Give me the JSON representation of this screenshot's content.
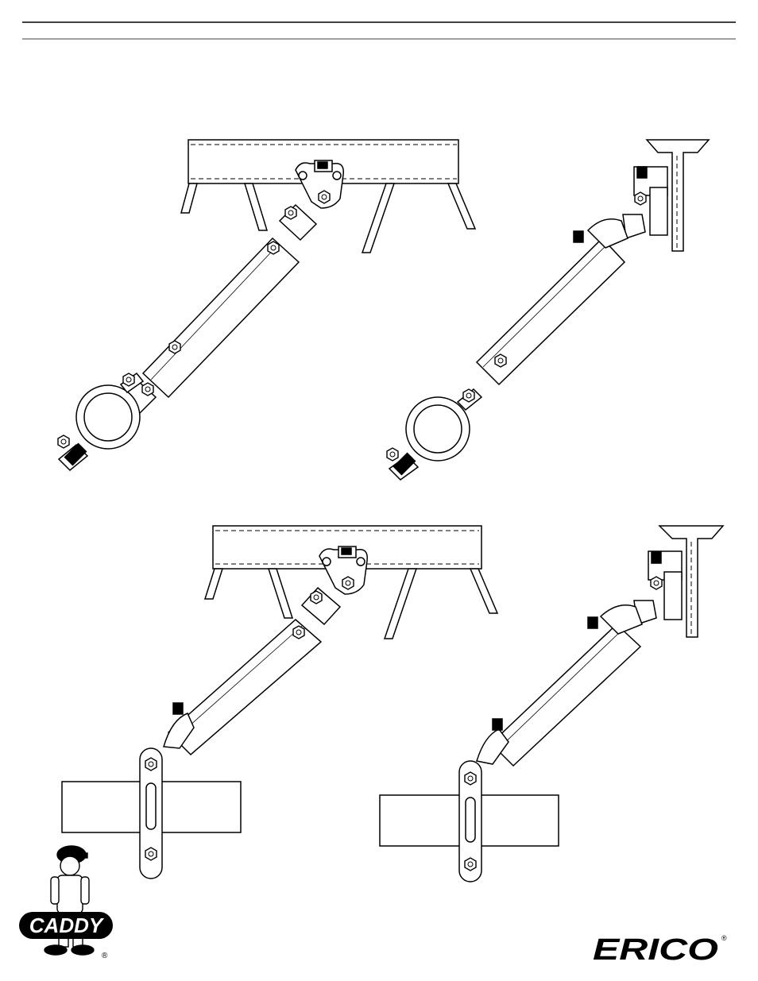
{
  "page": {
    "background": "#ffffff",
    "ink": "#000000"
  },
  "figures": [
    {
      "id": "beam-mount-pipe-ring",
      "structure": "i-beam",
      "attachment": "pipe-ring-hanger"
    },
    {
      "id": "flange-mount-pipe-ring",
      "structure": "t-flange",
      "attachment": "pipe-ring-hanger"
    },
    {
      "id": "beam-mount-strap",
      "structure": "i-beam",
      "attachment": "strap-bracket"
    },
    {
      "id": "flange-mount-strap",
      "structure": "t-flange",
      "attachment": "strap-bracket"
    }
  ],
  "logos": {
    "caddy": {
      "text": "CADDY",
      "mark": "®",
      "mascot": "caddy-mascot-icon"
    },
    "erico": {
      "text": "ERICO",
      "mark": "®"
    }
  }
}
